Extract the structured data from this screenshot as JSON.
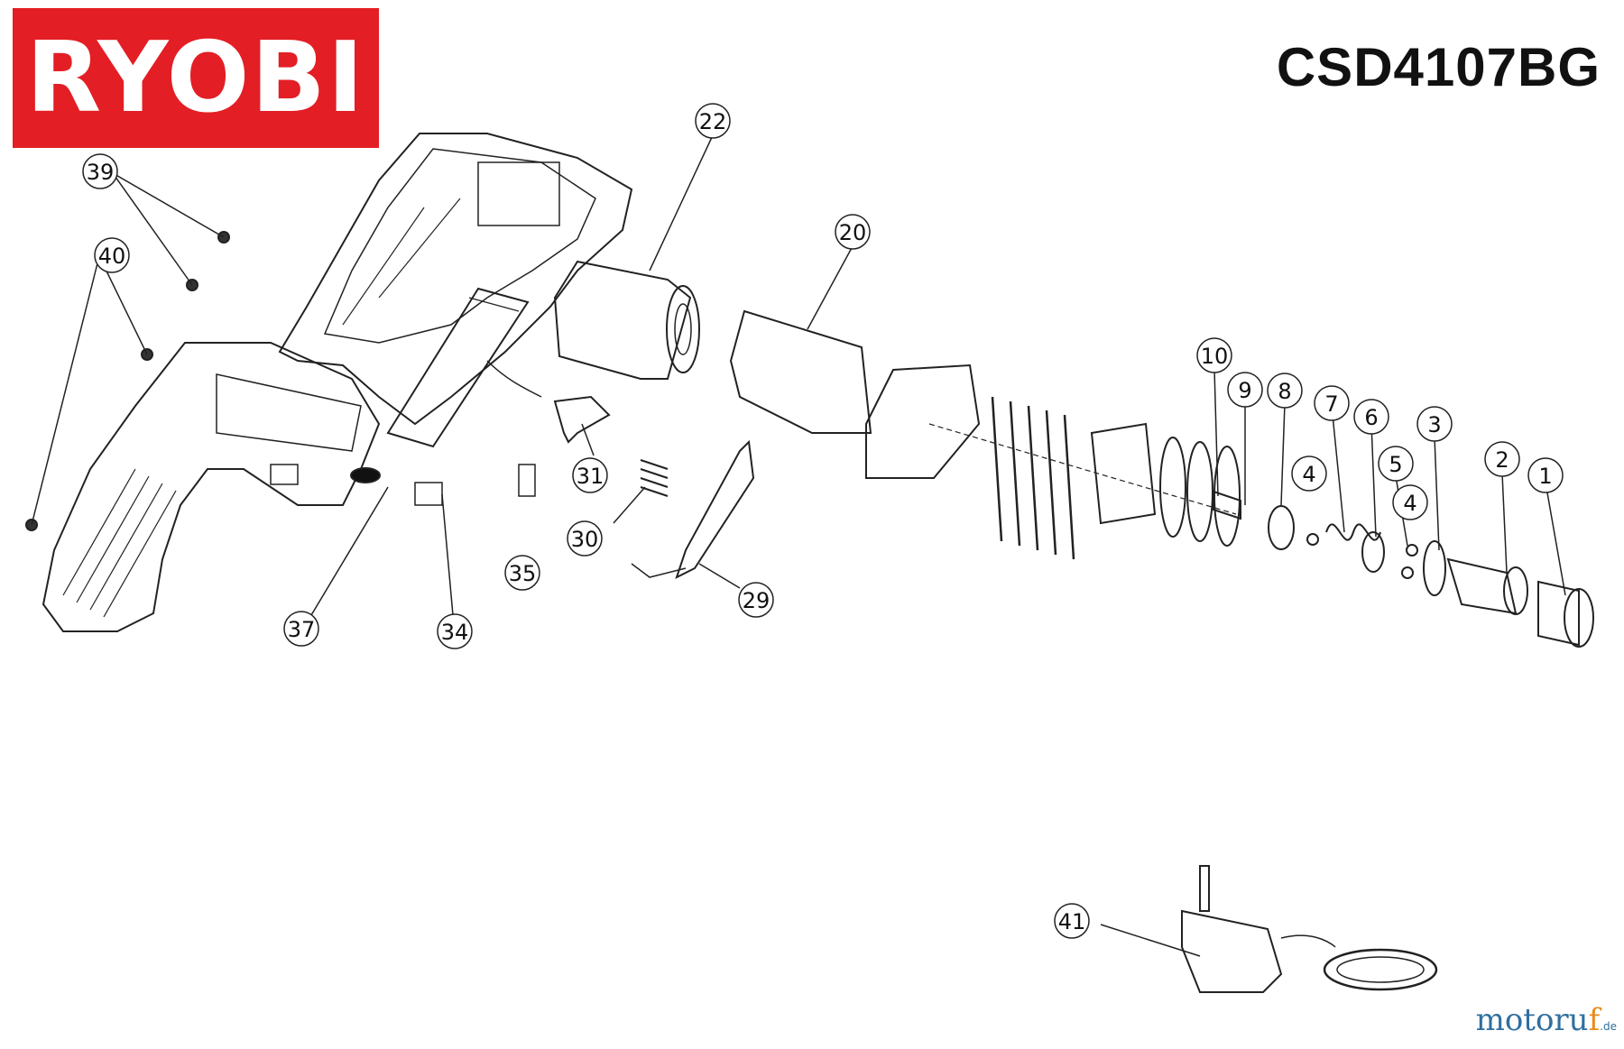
{
  "logo": {
    "brand": "RYOBI",
    "color": "#e31e24"
  },
  "model": "CSD4107BG",
  "watermark": {
    "name_main": "motoru",
    "name_accent": "f",
    "suffix": ".de"
  },
  "callouts": [
    {
      "id": "c1",
      "label": "1"
    },
    {
      "id": "c2",
      "label": "2"
    },
    {
      "id": "c3",
      "label": "3"
    },
    {
      "id": "c4a",
      "label": "4"
    },
    {
      "id": "c4b",
      "label": "4"
    },
    {
      "id": "c5",
      "label": "5"
    },
    {
      "id": "c6",
      "label": "6"
    },
    {
      "id": "c7",
      "label": "7"
    },
    {
      "id": "c8",
      "label": "8"
    },
    {
      "id": "c9",
      "label": "9"
    },
    {
      "id": "c10",
      "label": "10"
    },
    {
      "id": "c20",
      "label": "20"
    },
    {
      "id": "c22",
      "label": "22"
    },
    {
      "id": "c29",
      "label": "29"
    },
    {
      "id": "c30",
      "label": "30"
    },
    {
      "id": "c31",
      "label": "31"
    },
    {
      "id": "c34",
      "label": "34"
    },
    {
      "id": "c35",
      "label": "35"
    },
    {
      "id": "c37",
      "label": "37"
    },
    {
      "id": "c39",
      "label": "39"
    },
    {
      "id": "c40",
      "label": "40"
    },
    {
      "id": "c41",
      "label": "41"
    }
  ]
}
